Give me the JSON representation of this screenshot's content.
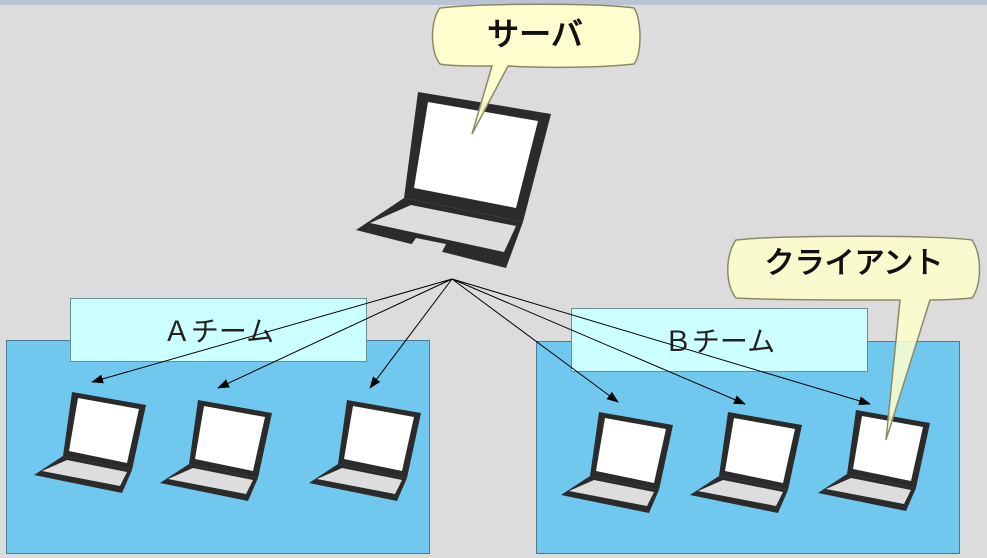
{
  "callouts": {
    "server": "サーバ",
    "client": "クライアント"
  },
  "teams": {
    "a": "Ａチーム",
    "b": "Ｂチーム"
  },
  "colors": {
    "background": "#dcdcdc",
    "team_area": "#70c8ee",
    "team_label": "#ccffff",
    "callout": "#ffffcc",
    "laptop_body": "#2b2b2b",
    "laptop_screen": "#ffffff"
  },
  "icons": {
    "server": "laptop-icon",
    "client": "laptop-icon"
  }
}
